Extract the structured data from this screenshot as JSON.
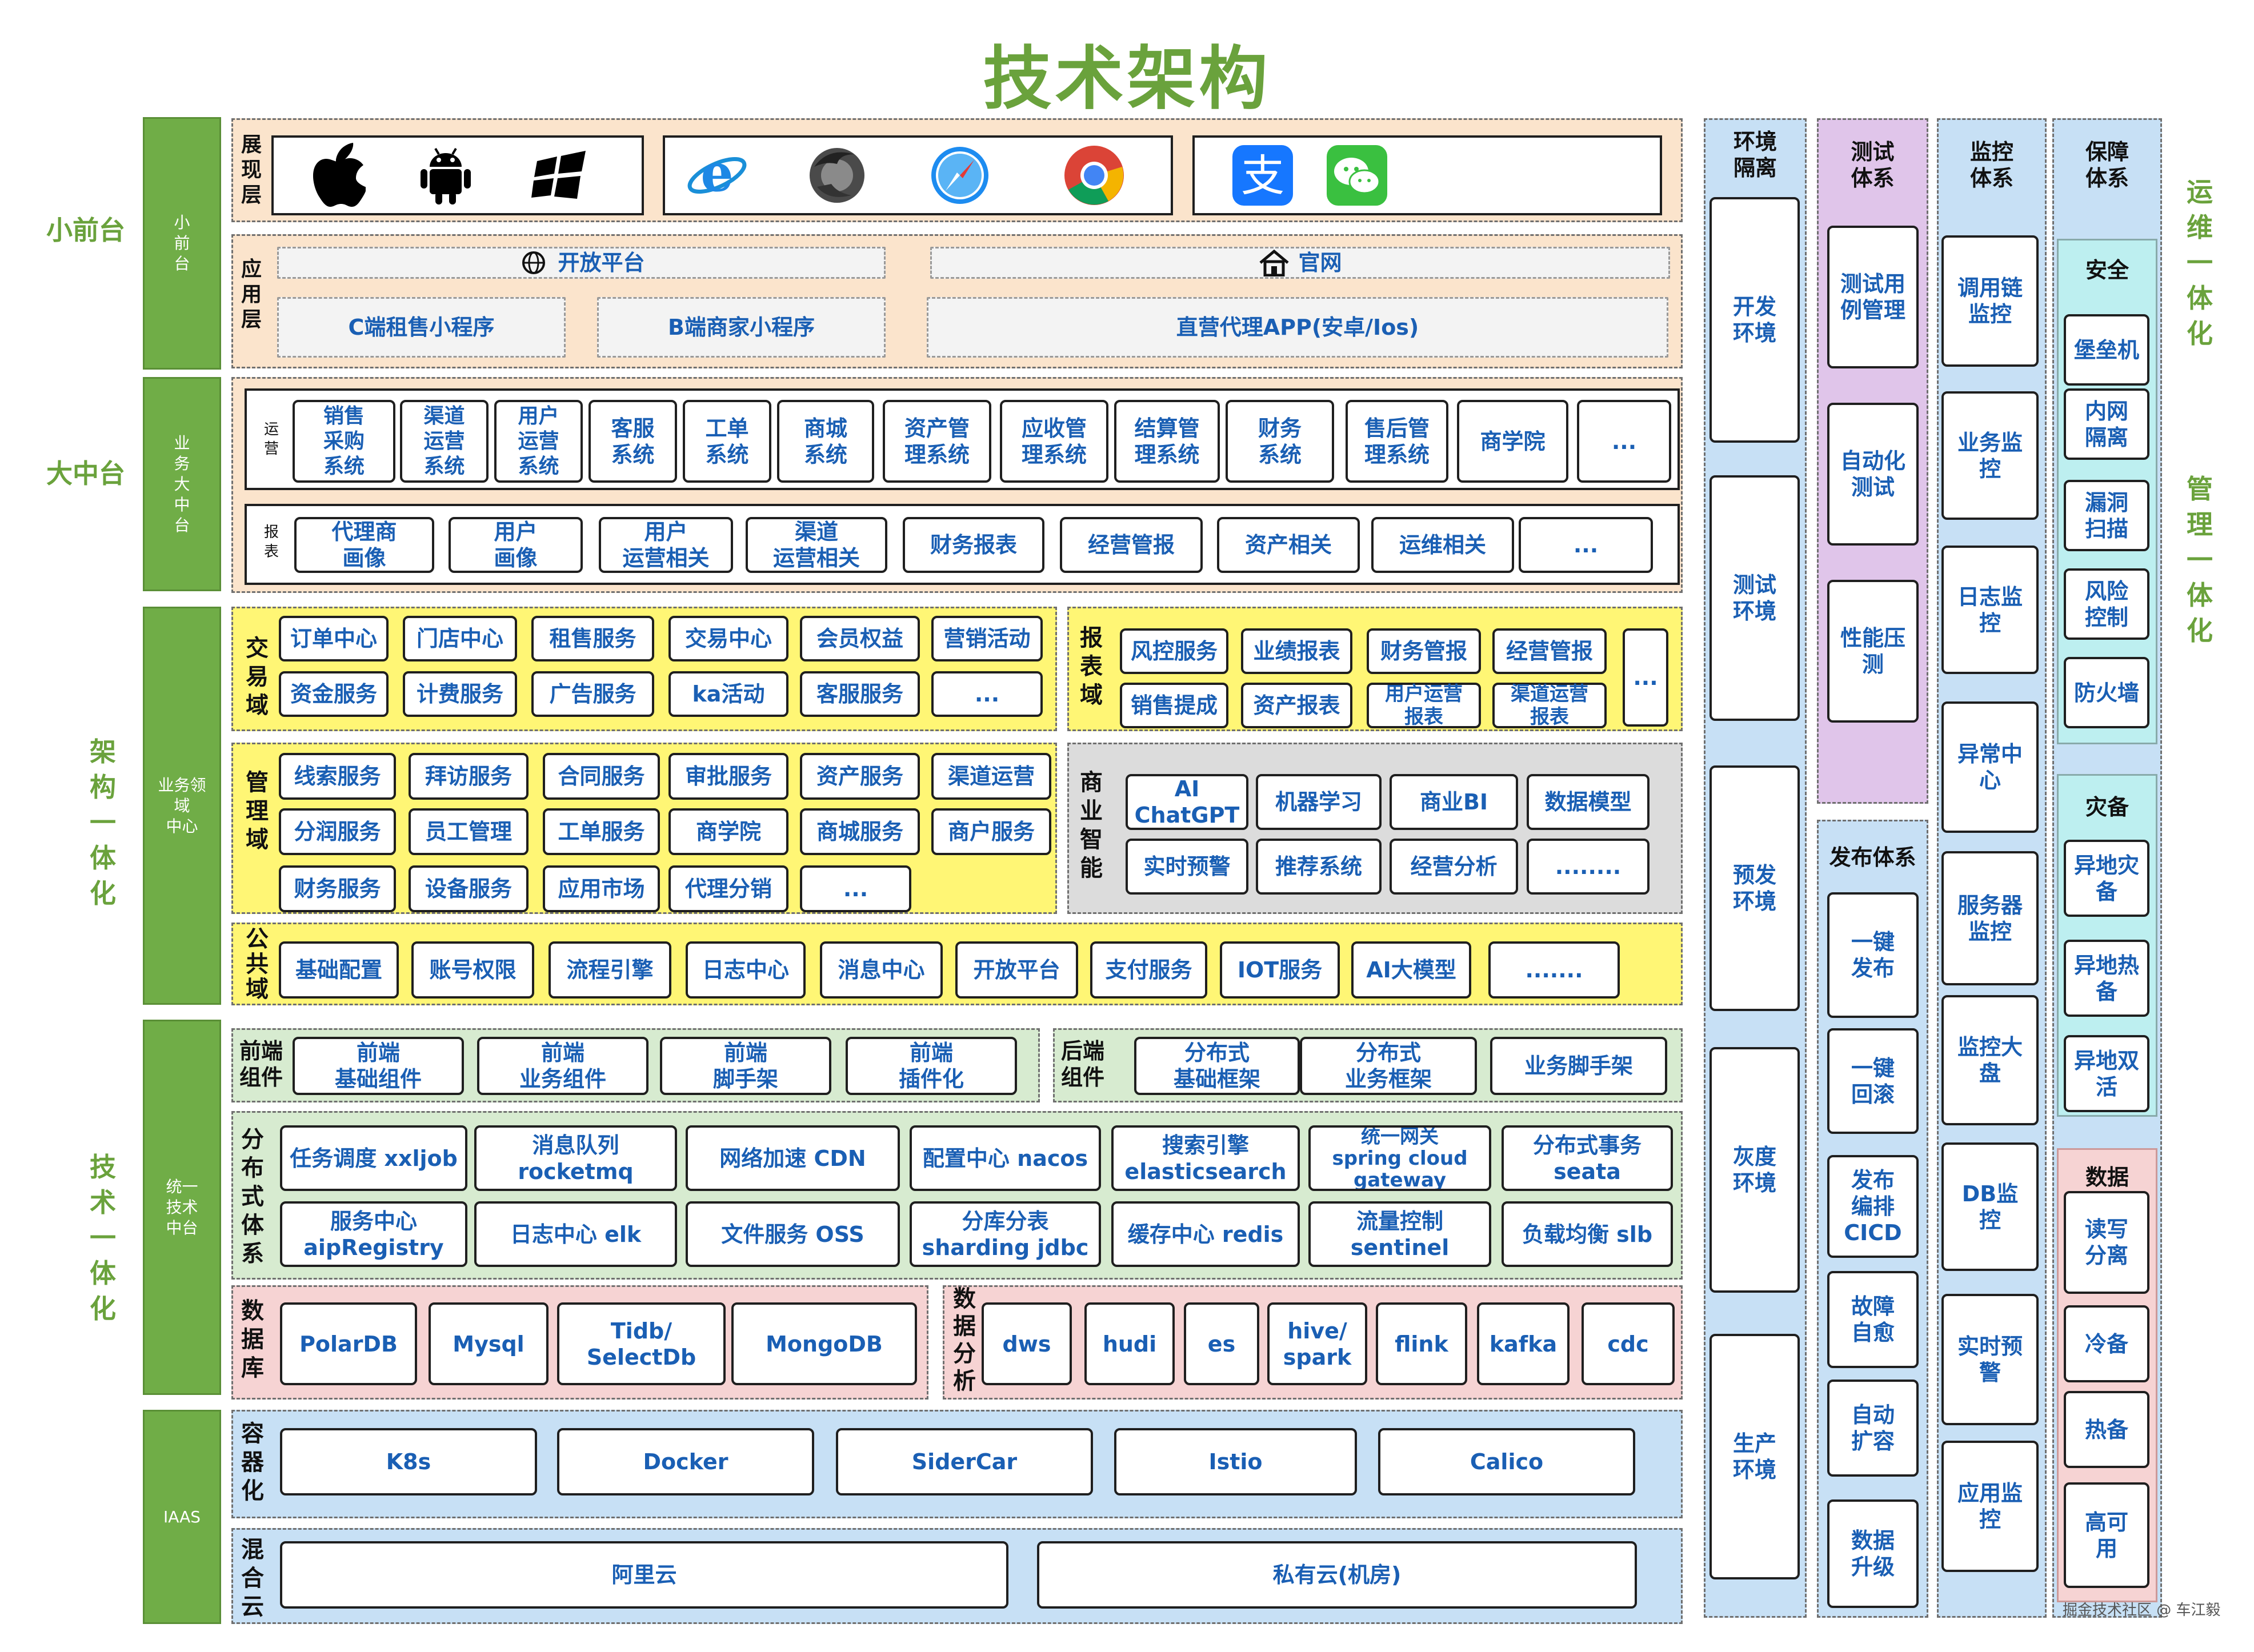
{
  "title": "技术架构",
  "side_labels": {
    "xqt": "小前台",
    "dzt": "大中台",
    "jg": "架\n构\n一\n体\n化",
    "js": "技\n术\n一\n体\n化",
    "yw": "运\n维\n一\n体\n化",
    "gl": "管\n理\n一\n体\n化"
  },
  "columns": {
    "xqt": "小\n前\n台",
    "ywdzt": "业\n务\n大\n中\n台",
    "ywly": "业务领\n域\n中心",
    "tyjs": "统一\n技术\n中台",
    "iaas": "IAAS"
  },
  "zhanxian": {
    "label": "展\n现\n层",
    "icons": [
      "apple-icon",
      "android-icon",
      "windows-icon",
      "ie-icon",
      "firefox-icon",
      "safari-icon",
      "chrome-icon",
      "alipay-icon",
      "wechat-icon"
    ]
  },
  "yingyong": {
    "label": "应\n用\n层",
    "open_platform": "开放平台",
    "website": "官网",
    "apps": [
      "C端租售小程序",
      "B端商家小程序",
      "直营代理APP(安卓/Ios)"
    ]
  },
  "yunying": {
    "label": "运\n营",
    "items": [
      "销售\n采购\n系统",
      "渠道\n运营\n系统",
      "用户\n运营\n系统",
      "客服\n系统",
      "工单\n系统",
      "商城\n系统",
      "资产管\n理系统",
      "应收管\n理系统",
      "结算管\n理系统",
      "财务\n系统",
      "售后管\n理系统",
      "商学院",
      "..."
    ]
  },
  "baobiao": {
    "label": "报\n表",
    "items": [
      "代理商\n画像",
      "用户\n画像",
      "用户\n运营相关",
      "渠道\n运营相关",
      "财务报表",
      "经营管报",
      "资产相关",
      "运维相关",
      "..."
    ]
  },
  "jiaoyi": {
    "label": "交\n易\n域",
    "row1": [
      "订单中心",
      "门店中心",
      "租售服务",
      "交易中心",
      "会员权益",
      "营销活动"
    ],
    "row2": [
      "资金服务",
      "计费服务",
      "广告服务",
      "ka活动",
      "客服服务",
      "..."
    ]
  },
  "baobiaoyu": {
    "label": "报\n表\n域",
    "row1": [
      "风控服务",
      "业绩报表",
      "财务管报",
      "经营管报"
    ],
    "row2": [
      "销售提成",
      "资产报表",
      "用户运营\n报表",
      "渠道运营\n报表"
    ],
    "more": "..."
  },
  "guanli": {
    "label": "管\n理\n域",
    "row1": [
      "线索服务",
      "拜访服务",
      "合同服务",
      "审批服务",
      "资产服务",
      "渠道运营"
    ],
    "row2": [
      "分润服务",
      "员工管理",
      "工单服务",
      "商学院",
      "商城服务",
      "商户服务"
    ],
    "row3": [
      "财务服务",
      "设备服务",
      "应用市场",
      "代理分销",
      "..."
    ]
  },
  "bi": {
    "label": "商\n业\n智\n能",
    "row1": [
      "AI\nChatGPT",
      "机器学习",
      "商业BI",
      "数据模型"
    ],
    "row2": [
      "实时预警",
      "推荐系统",
      "经营分析",
      "........"
    ]
  },
  "gonggong": {
    "label": "公\n共\n域",
    "items": [
      "基础配置",
      "账号权限",
      "流程引擎",
      "日志中心",
      "消息中心",
      "开放平台",
      "支付服务",
      "IOT服务",
      "AI大模型",
      "......."
    ]
  },
  "frontend": {
    "label": "前端\n组件",
    "items": [
      "前端\n基础组件",
      "前端\n业务组件",
      "前端\n脚手架",
      "前端\n插件化"
    ]
  },
  "backend": {
    "label": "后端\n组件",
    "items": [
      "分布式\n基础框架",
      "分布式\n业务框架",
      "业务脚手架"
    ]
  },
  "distributed": {
    "label": "分\n布\n式\n体\n系",
    "row1": [
      "任务调度 xxljob",
      "消息队列\nrocketmq",
      "网络加速 CDN",
      "配置中心 nacos",
      "搜索引擎\nelasticsearch",
      "统一网关\nspring cloud\ngateway",
      "分布式事务\nseata"
    ],
    "row2": [
      "服务中心\naipRegistry",
      "日志中心 elk",
      "文件服务 OSS",
      "分库分表\nsharding jdbc",
      "缓存中心 redis",
      "流量控制\nsentinel",
      "负载均衡 slb"
    ]
  },
  "database": {
    "label": "数\n据\n库",
    "items": [
      "PolarDB",
      "Mysql",
      "Tidb/\nSelectDb",
      "MongoDB"
    ]
  },
  "analysis": {
    "label": "数\n据\n分\n析",
    "items": [
      "dws",
      "hudi",
      "es",
      "hive/\nspark",
      "flink",
      "kafka",
      "cdc"
    ]
  },
  "container": {
    "label": "容\n器\n化",
    "items": [
      "K8s",
      "Docker",
      "SiderCar",
      "Istio",
      "Calico"
    ]
  },
  "hybrid": {
    "label": "混\n合\n云",
    "items": [
      "阿里云",
      "私有云(机房)"
    ]
  },
  "env": {
    "title": "环境\n隔离",
    "items": [
      "开发\n环境",
      "测试\n环境",
      "预发\n环境",
      "灰度\n环境",
      "生产\n环境"
    ]
  },
  "test": {
    "title": "测试\n体系",
    "items": [
      "测试用\n例管理",
      "自动化\n测试",
      "性能压\n测"
    ]
  },
  "release": {
    "title": "发布体系",
    "items": [
      "一键\n发布",
      "一键\n回滚",
      "发布\n编排\nCICD",
      "故障\n自愈",
      "自动\n扩容",
      "数据\n升级"
    ]
  },
  "monitor": {
    "title": "监控\n体系",
    "items": [
      "调用链\n监控",
      "业务监\n控",
      "日志监\n控",
      "异常中\n心",
      "服务器\n监控",
      "监控大\n盘",
      "DB监\n控",
      "实时预\n警",
      "应用监\n控"
    ]
  },
  "guarantee": {
    "title": "保障\n体系",
    "security": {
      "title": "安全",
      "items": [
        "堡垒机",
        "内网\n隔离",
        "漏洞\n扫描",
        "风险\n控制",
        "防火墙"
      ]
    },
    "dr": {
      "title": "灾备",
      "items": [
        "异地灾\n备",
        "异地热\n备",
        "异地双\n活"
      ]
    },
    "data": {
      "title": "数据",
      "items": [
        "读写\n分离",
        "冷备",
        "热备",
        "高可\n用"
      ]
    }
  },
  "footer": "掘金技术社区 @ 车江毅",
  "colors": {
    "accent": "#6aa23c",
    "text_blue": "#1a5fb4"
  }
}
